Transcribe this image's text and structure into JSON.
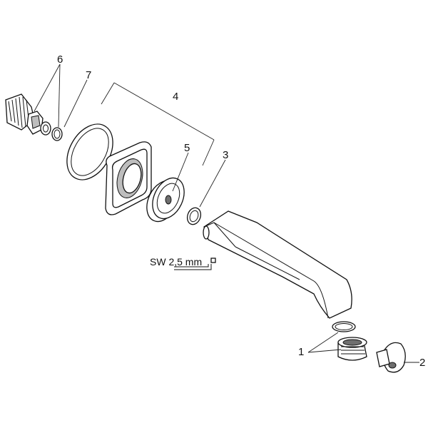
{
  "callouts": {
    "c1": "1",
    "c2": "2",
    "c3": "3",
    "c4": "4",
    "c5": "5",
    "c6": "6",
    "c7": "7"
  },
  "tool_label": "SW 2,5 mm"
}
